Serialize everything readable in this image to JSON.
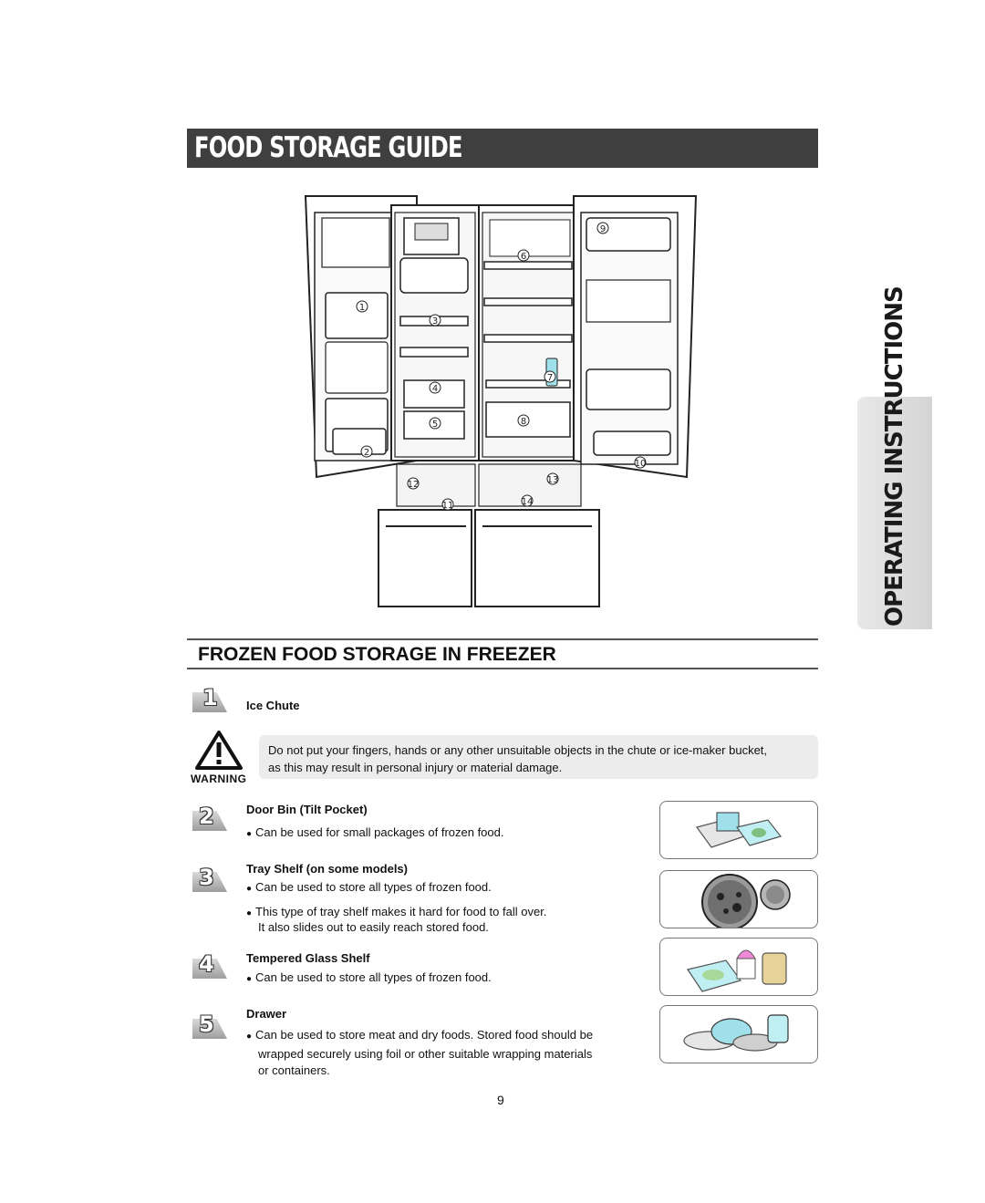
{
  "page_title": "Food Storage Guide",
  "side_tab": "Operating Instructions",
  "diagram_labels": [
    "1",
    "2",
    "3",
    "4",
    "5",
    "6",
    "7",
    "8",
    "9",
    "10",
    "11",
    "12",
    "13",
    "14"
  ],
  "section_title": "FROZEN FOOD STORAGE IN FREEZER",
  "items": [
    {
      "number": "1",
      "title": "Ice Chute"
    },
    {
      "number": "2",
      "title": "Door Bin (Tilt Pocket)",
      "bullets": [
        "Can be used for small packages of frozen food."
      ]
    },
    {
      "number": "3",
      "title": "Tray Shelf (on some models)",
      "bullets": [
        "Can be used to store all types of frozen food.",
        "This type of tray shelf makes it hard for food to fall over."
      ],
      "continuation": "It also slides out to easily reach stored food."
    },
    {
      "number": "4",
      "title": "Tempered Glass Shelf",
      "bullets": [
        "Can be used to store all types of frozen food."
      ]
    },
    {
      "number": "5",
      "title": "Drawer",
      "bullets": [
        "Can be used to store meat and dry foods. Stored food should be"
      ],
      "continuation": [
        "wrapped securely using foil or other suitable wrapping materials",
        "or containers."
      ]
    }
  ],
  "warning": {
    "label": "WARNING",
    "lines": [
      "Do not put your fingers, hands or any other unsuitable objects in the chute or ice-maker bucket,",
      "as this may result in personal injury or material damage."
    ]
  },
  "page_number": "9",
  "colors": {
    "banner": "#3f3f3f",
    "tab": "#d4d4d4",
    "warning_box": "#ececec",
    "ice_blue": "#9fe0ea"
  }
}
